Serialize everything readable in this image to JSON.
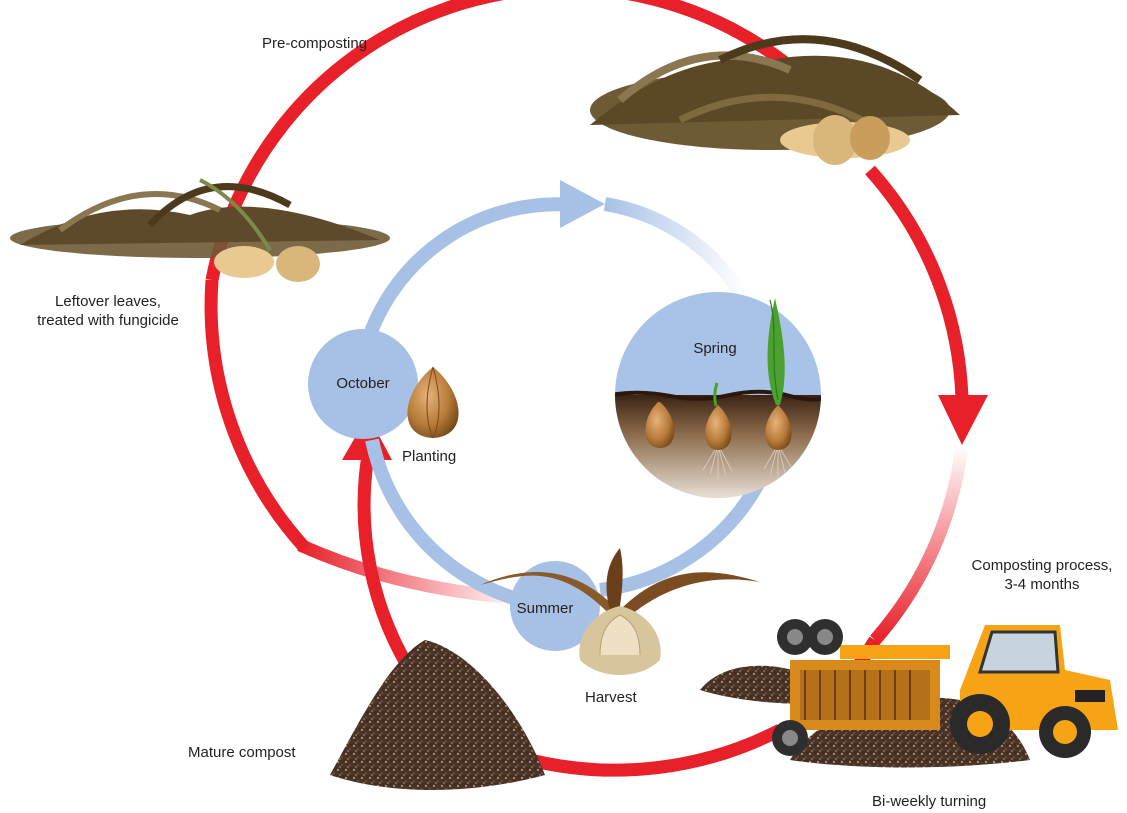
{
  "diagram": {
    "outer_cycle": {
      "pre_composting": "Pre-composting",
      "leftover_leaves_line1": "Leftover leaves,",
      "leftover_leaves_line2": "treated with fungicide",
      "composting_line1": "Composting process,",
      "composting_line2": "3-4 months",
      "biweekly_turning": "Bi-weekly turning",
      "mature_compost": "Mature compost"
    },
    "inner_cycle": {
      "october": "October",
      "planting": "Planting",
      "spring": "Spring",
      "summer": "Summer",
      "harvest": "Harvest"
    },
    "colors": {
      "outer_arrow": "#e8202a",
      "inner_arrow": "#a7c1e6",
      "season_circle": "#a7c1e6",
      "sky": "#a9c3e8",
      "soil": "#5a3a20",
      "leaves": "#6e5a35",
      "bulb": "#b77a38",
      "compost": "#4a3326",
      "tractor_body": "#f6a316",
      "turner": "#d98a1c"
    }
  }
}
